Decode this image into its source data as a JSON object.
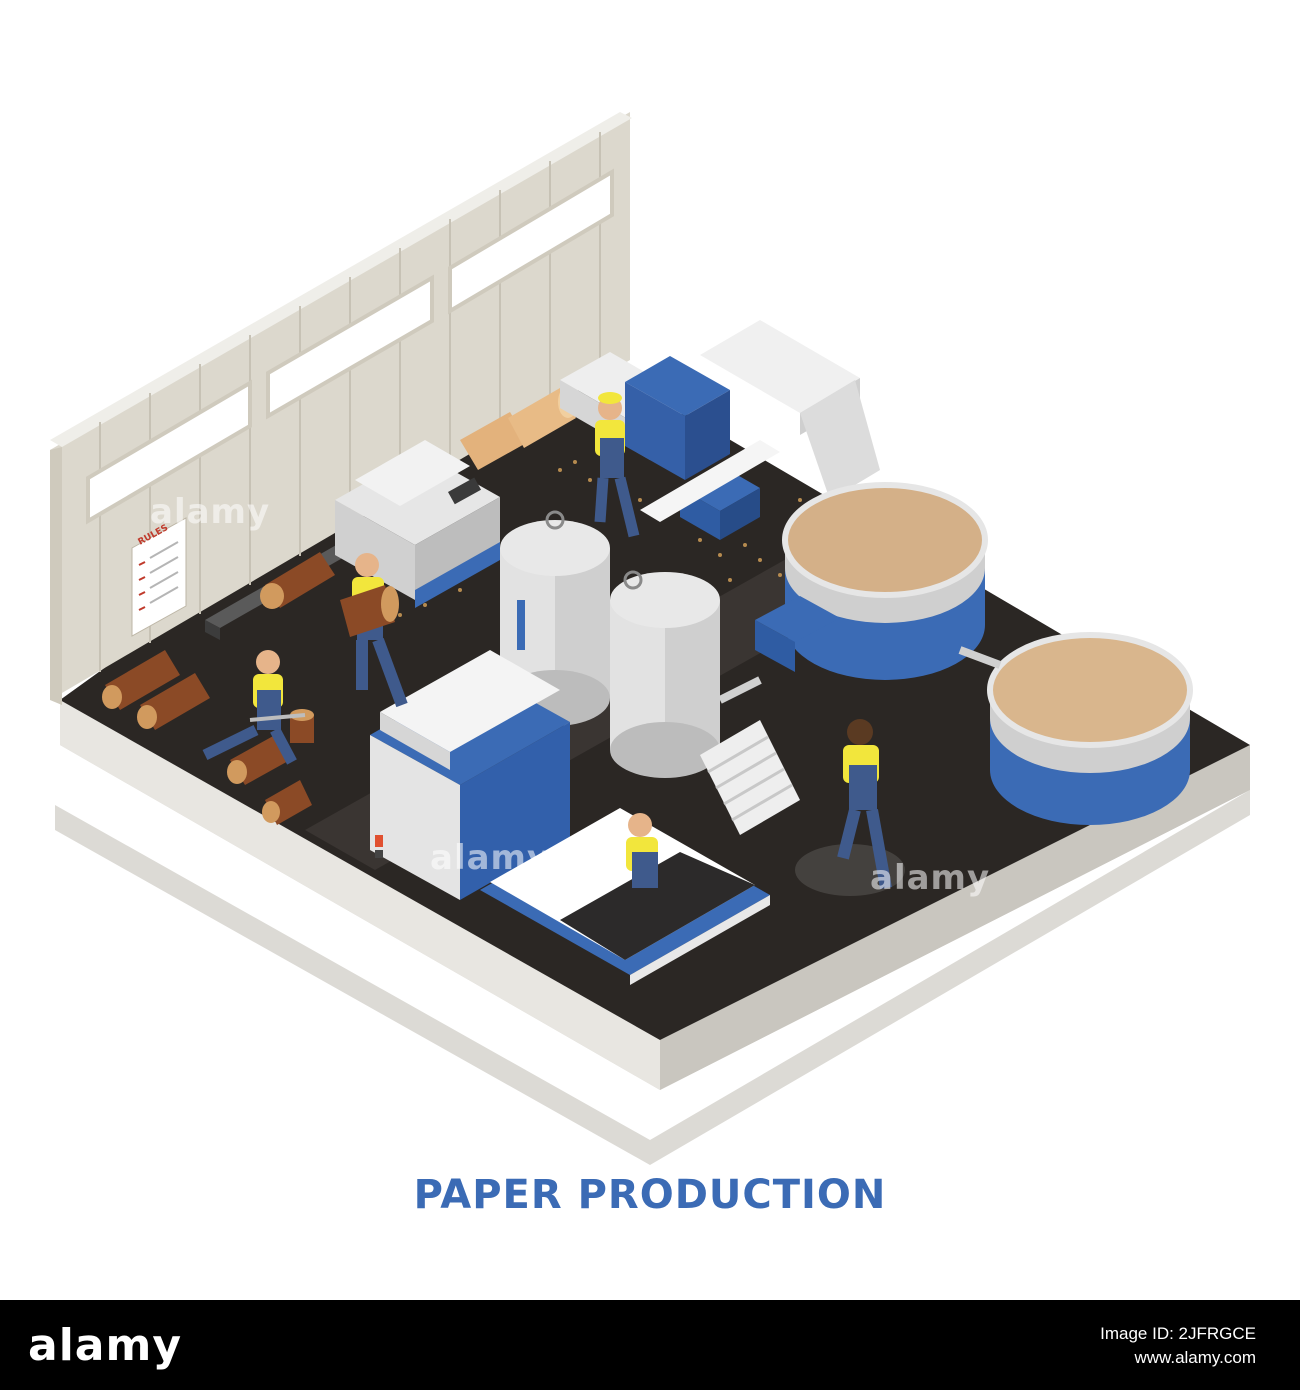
{
  "caption": "PAPER PRODUCTION",
  "poster_title": "RULES",
  "watermark": "alamy",
  "footer": {
    "logo": "alamy",
    "image_id": "Image ID: 2JFRGCE",
    "site": "www.alamy.com"
  },
  "colors": {
    "accent_blue": "#3b6bb5",
    "floor_dark": "#2b2724",
    "platform": "#e9e7e2",
    "worker_shirt": "#f2e63c",
    "overalls": "#3f5a8c",
    "pulp": "#d9b68d"
  }
}
